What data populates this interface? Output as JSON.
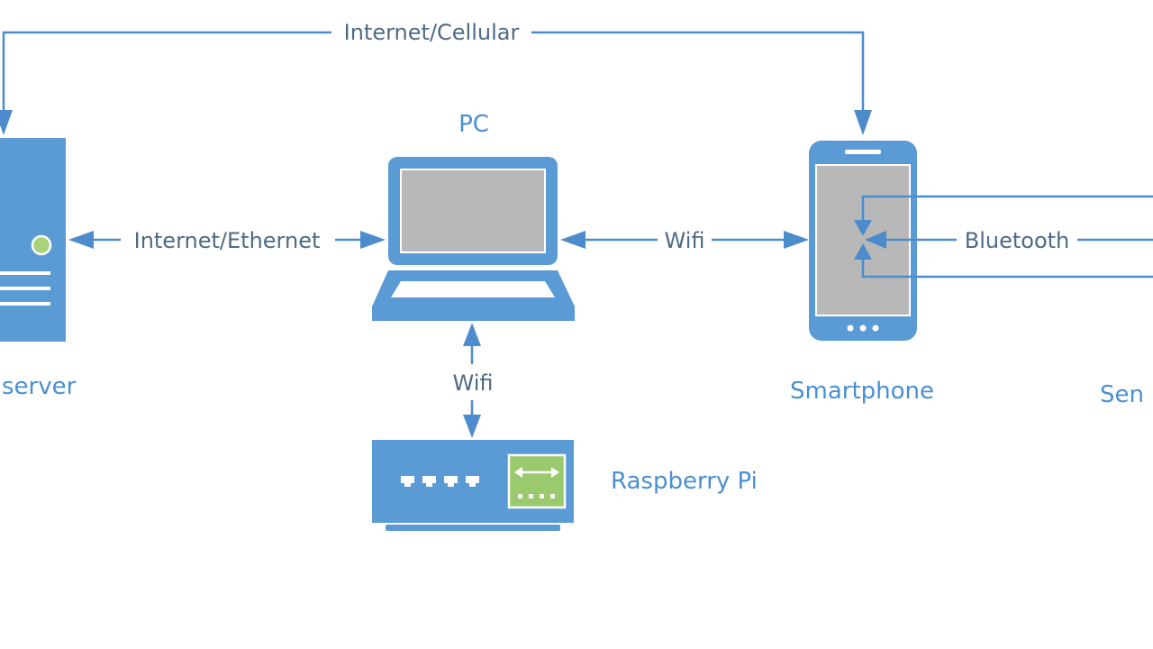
{
  "nodes": {
    "server": "server",
    "pc": "PC",
    "smartphone": "Smartphone",
    "raspberry_pi": "Raspberry Pi",
    "sensor_partial": "Sen"
  },
  "connections": {
    "top": "Internet/Cellular",
    "server_pc": "Internet/Ethernet",
    "pc_phone": "Wifi",
    "phone_sensor": "Bluetooth",
    "pc_pi": "Wifi"
  },
  "colors": {
    "icon_blue": "#5b9bd5",
    "label_blue": "#4a8fd0",
    "screen_gray": "#b8b8b8",
    "pi_green": "#9bc96e"
  },
  "icons": [
    "server-icon",
    "laptop-icon",
    "smartphone-icon",
    "router-board-icon"
  ]
}
